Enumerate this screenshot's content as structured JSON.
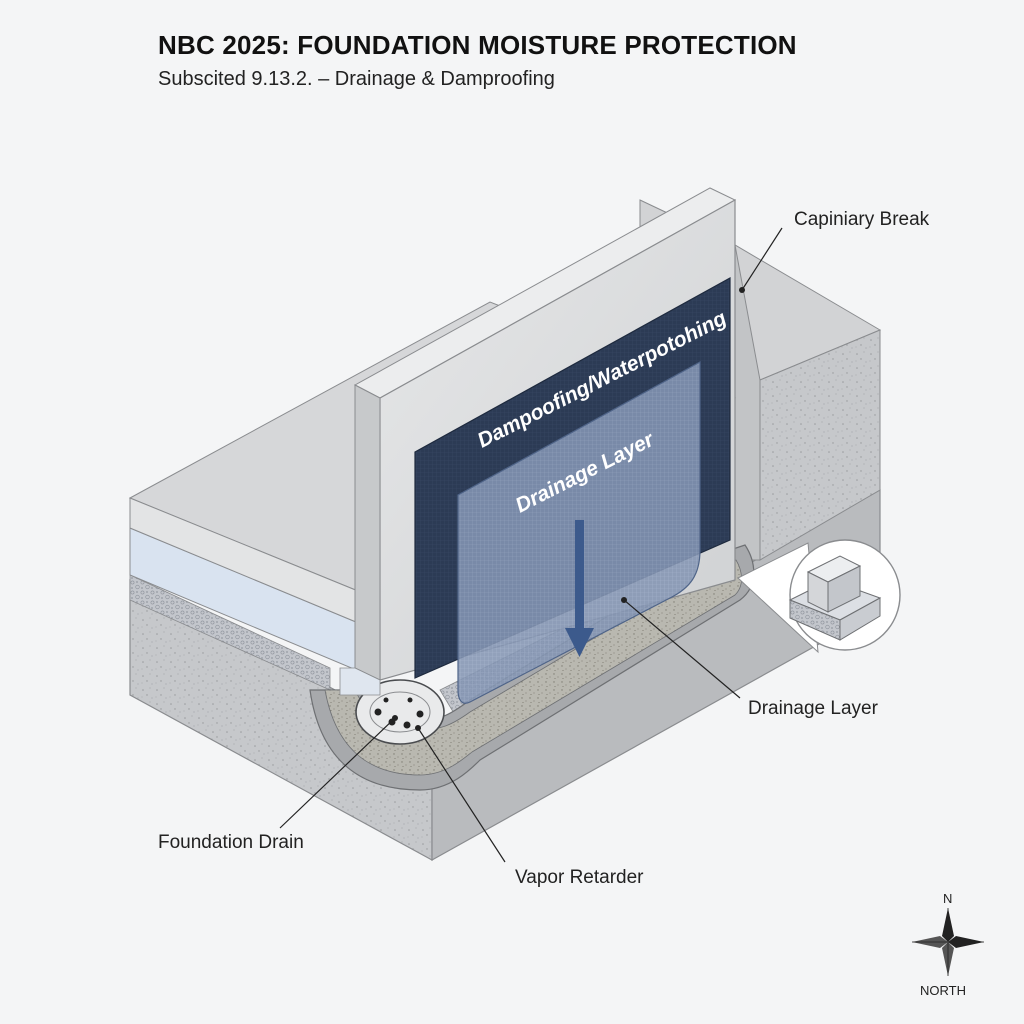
{
  "header": {
    "title": "NBC 2025: FOUNDATION MOISTURE PROTECTION",
    "subtitle": "Subscited 9.13.2. – Drainage & Damproofing"
  },
  "panels": {
    "membrane_label": "Dampoofing/Waterpotohing",
    "drainage_label": "Drainage Layer"
  },
  "callouts": {
    "capillary_break": "Capiniary Break",
    "drainage_layer": "Drainage Layer",
    "foundation_drain": "Foundation Drain",
    "vapor_retarder": "Vapor Retarder"
  },
  "compass": {
    "n_letter": "N",
    "label": "NORTH"
  },
  "colors": {
    "membrane": "#2c3b55",
    "drainage_mesh": "#7e90b0",
    "arrow": "#3c5a8c",
    "concrete": "#c9cbce",
    "gravel": "#b8b9bb"
  }
}
